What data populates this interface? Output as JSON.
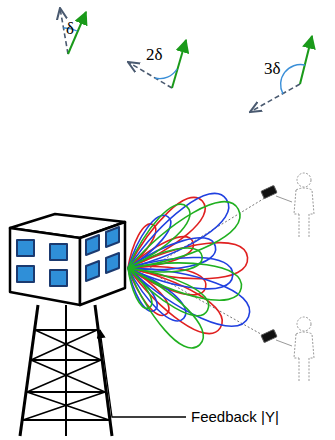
{
  "diagram": {
    "labels": [
      "δ",
      "2δ",
      "3δ",
      "Feedback |Y|"
    ]
  }
}
